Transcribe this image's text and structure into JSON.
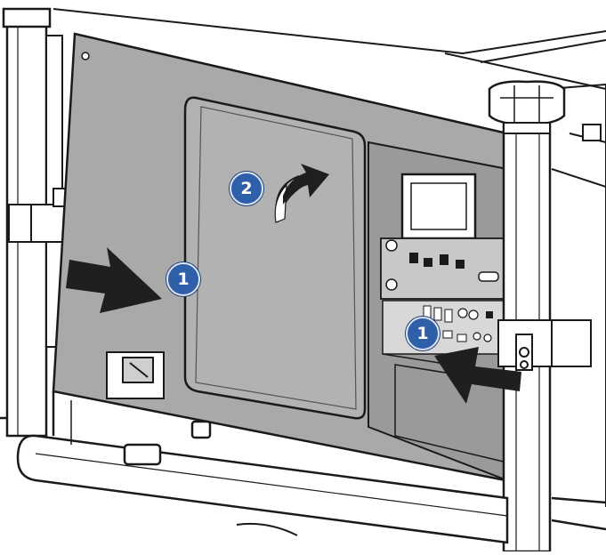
{
  "callouts": [
    {
      "id": "step-1-left",
      "label": "1"
    },
    {
      "id": "step-2",
      "label": "2"
    },
    {
      "id": "step-1-right",
      "label": "1"
    }
  ],
  "colors": {
    "panel": "#a9a9a9",
    "panel_dark": "#8f8f8f",
    "frame_line": "#1a1a1a",
    "arrow": "#1f1f1f",
    "badge": "#2f5fa8",
    "background": "#ffffff"
  }
}
